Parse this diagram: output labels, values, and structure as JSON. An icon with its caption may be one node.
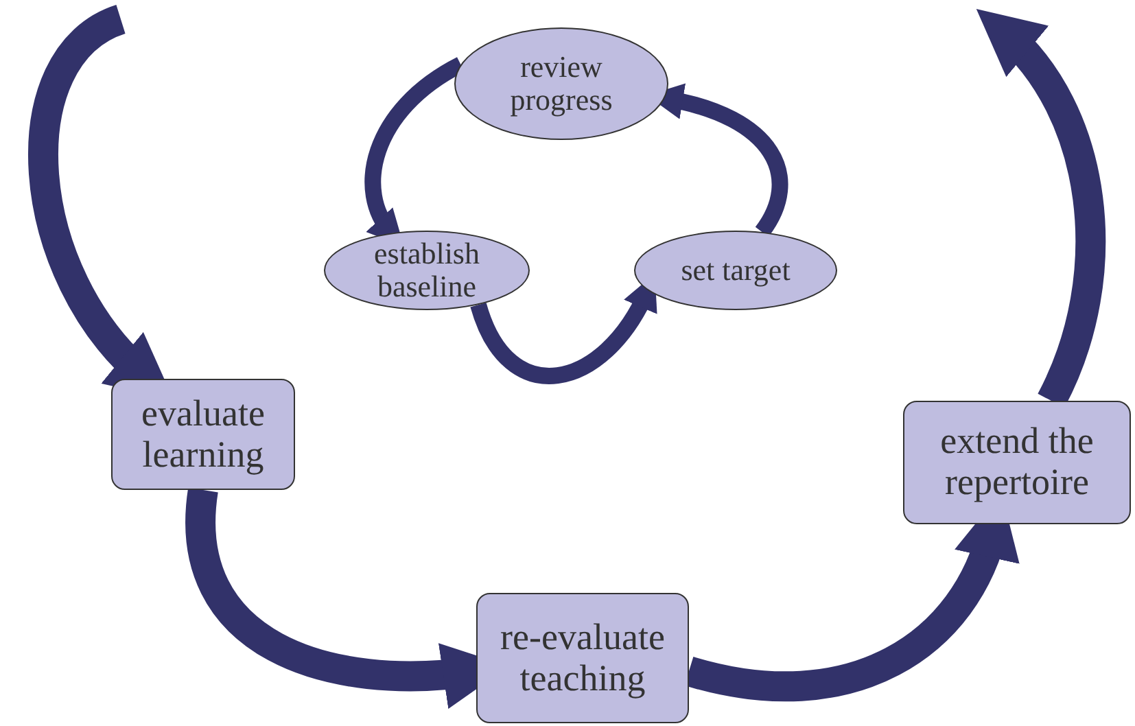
{
  "diagram": {
    "nodes": [
      {
        "text": [
          "review progress"
        ]
      },
      {
        "text": [
          "establish baseline"
        ]
      },
      {
        "text": [
          "set target"
        ]
      },
      {
        "text": [
          "evaluate learning"
        ]
      },
      {
        "text": [
          "re-evaluate teaching"
        ]
      },
      {
        "text": [
          "extend the repertoire"
        ]
      }
    ],
    "edges": [
      {
        "from": 0,
        "to": 1,
        "arrow": "to"
      },
      {
        "from": 1,
        "to": 2,
        "arrow": "to"
      },
      {
        "from": 2,
        "to": 0,
        "arrow": "to"
      },
      {
        "from": null,
        "to": 3,
        "arrow": "to"
      },
      {
        "from": 3,
        "to": 4,
        "arrow": "to"
      },
      {
        "from": 4,
        "to": 5,
        "arrow": "to"
      },
      {
        "from": 5,
        "to": null,
        "arrow": "to"
      }
    ]
  }
}
